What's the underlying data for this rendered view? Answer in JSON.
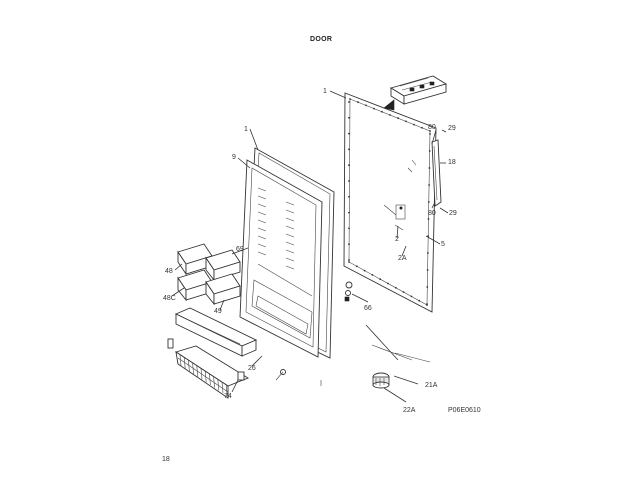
{
  "title": "DOOR",
  "drawing_number": "P06E0610",
  "page_number": "18",
  "callouts": {
    "c1_panel": "1",
    "c1_liner": "1",
    "c9": "9",
    "c80_top": "80",
    "c29_top": "29",
    "c18": "18",
    "c80_bottom": "80",
    "c29_bottom": "29",
    "c2": "2",
    "c5": "5",
    "c2A": "2A",
    "c69": "69",
    "c48_left": "48",
    "c48C": "48C",
    "c49": "49",
    "c66": "66",
    "c26": "26",
    "c74": "74",
    "c21A": "21A",
    "c22A": "22A"
  }
}
